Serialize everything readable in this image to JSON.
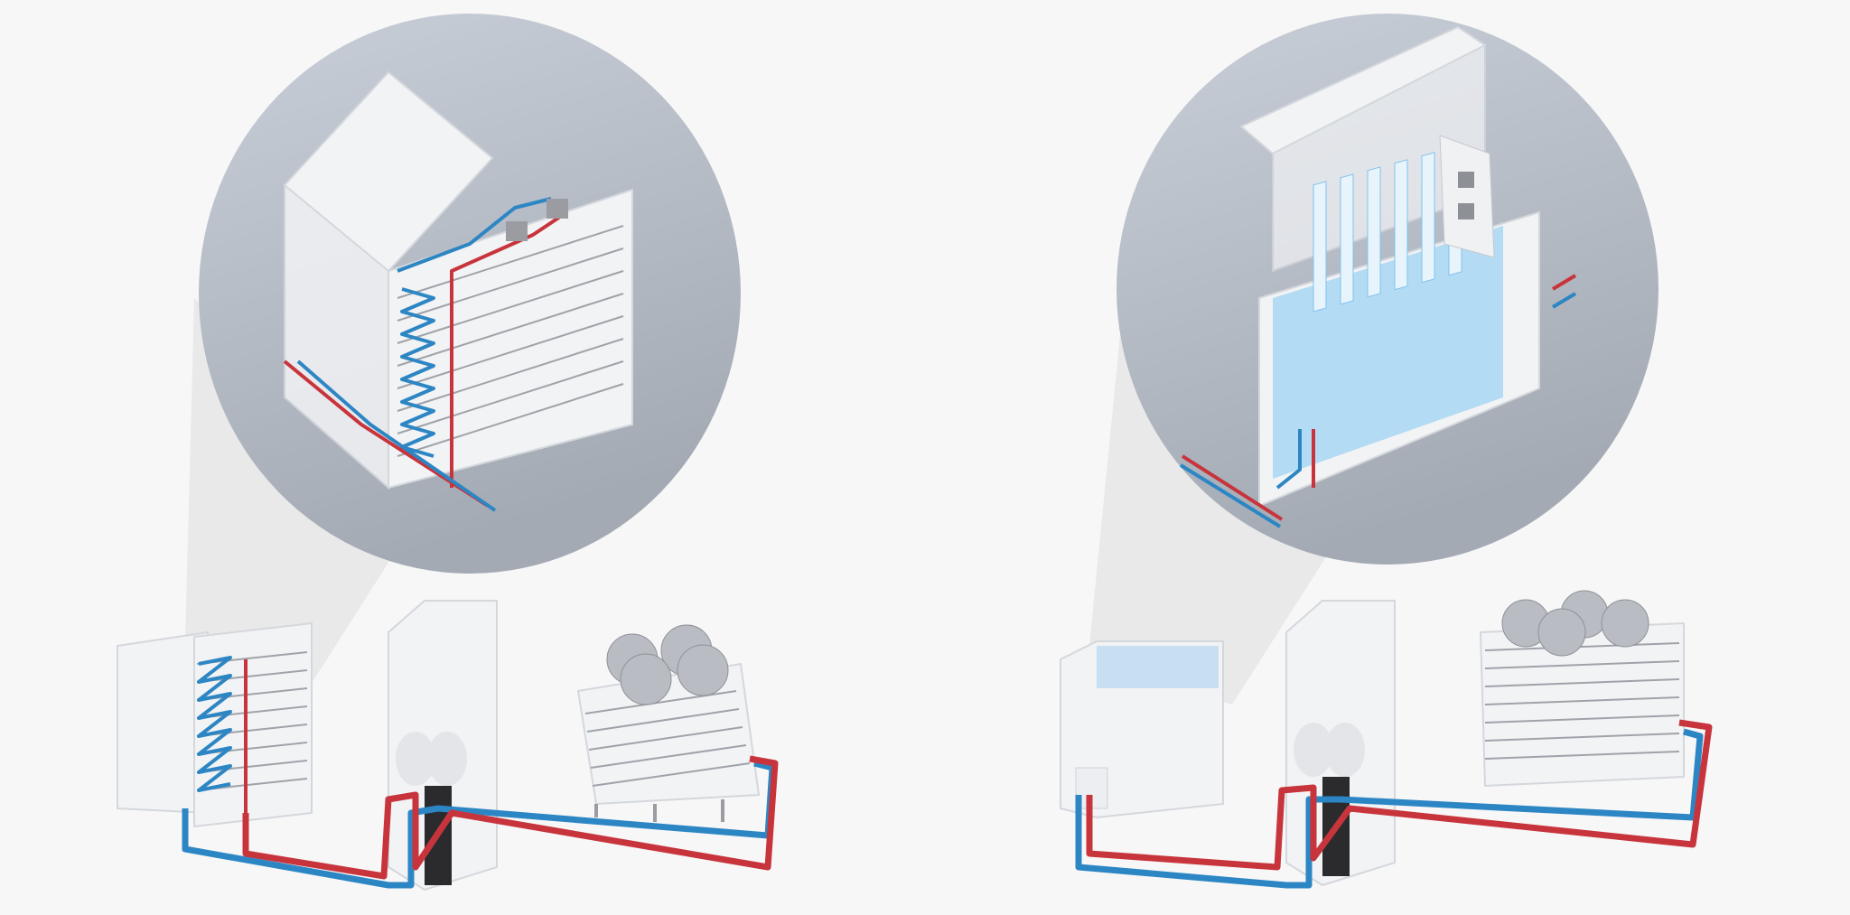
{
  "colors": {
    "background": "#f7f7f7",
    "circle_top": "#c9cfd9",
    "circle_bottom": "#a4aab4",
    "beam": "#e9e9ea",
    "hot_pipe": "#c8343c",
    "cold_pipe": "#2d86c4",
    "cabinet": "#f2f3f5",
    "cabinet_edge": "#d4d7dc",
    "dark_component": "#2b2b2e",
    "fan": "#b9bcc2",
    "coil": "#9fa3a9",
    "coolant": "#7ec3ee"
  },
  "panels": [
    {
      "name": "cold-plate-liquid-cooling",
      "components": [
        "server-rack",
        "cooling-distribution-unit",
        "dry-cooler"
      ]
    },
    {
      "name": "immersion-cooling",
      "components": [
        "immersion-tank",
        "cooling-distribution-unit",
        "dry-cooler"
      ]
    }
  ]
}
